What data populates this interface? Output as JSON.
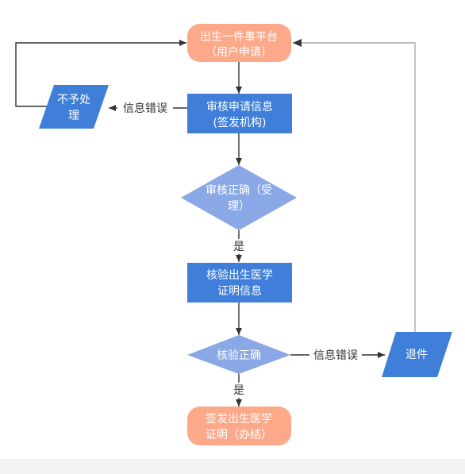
{
  "colors": {
    "terminal": "#fca98a",
    "process": "#3f7fd9",
    "decision": "#8aa8e6",
    "io": "#3f7fd9",
    "edge": "#333333"
  },
  "nodes": {
    "start": {
      "line1": "出生一件事平台",
      "line2": "（用户申请）"
    },
    "review": {
      "line1": "审核申请信息",
      "line2": "(签发机构)"
    },
    "decision1": {
      "line1": "审核正确（受",
      "line2": "理）"
    },
    "verify": {
      "line1": "核验出生医学",
      "line2": "证明信息"
    },
    "decision2": {
      "line1": "核验正确"
    },
    "end": {
      "line1": "签发出生医学",
      "line2": "证明（办结）"
    },
    "reject": {
      "line1": "不予处",
      "line2": "理"
    },
    "return": {
      "line1": "退件"
    }
  },
  "edge_labels": {
    "review_to_reject": "信息错误",
    "decision1_yes": "是",
    "decision2_yes": "是",
    "decision2_to_return": "信息错误"
  }
}
